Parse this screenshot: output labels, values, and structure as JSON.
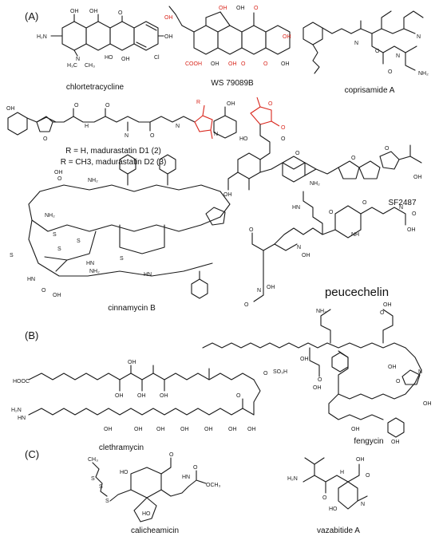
{
  "panels": {
    "a": "(A)",
    "b": "(B)",
    "c": "(C)"
  },
  "compounds": {
    "chlortetracycline": "chlortetracycline",
    "ws79089b": "WS 79089B",
    "coprisamide_a": "coprisamide A",
    "madurastatin_line1": "R = H, madurastatin D1 (2)",
    "madurastatin_line2": "R = CH3, madurastatin D2 (3)",
    "sf2487": "SF2487",
    "cinnamycin_b": "cinnamycin B",
    "peucechelin": "peucechelin",
    "clethramycin": "clethramycin",
    "fengycin": "fengycin",
    "calicheamicin": "calicheamicin",
    "vazabitide_a": "vazabitide A"
  },
  "colors": {
    "highlight": "#d9261c",
    "bond": "#1a1a1a"
  }
}
